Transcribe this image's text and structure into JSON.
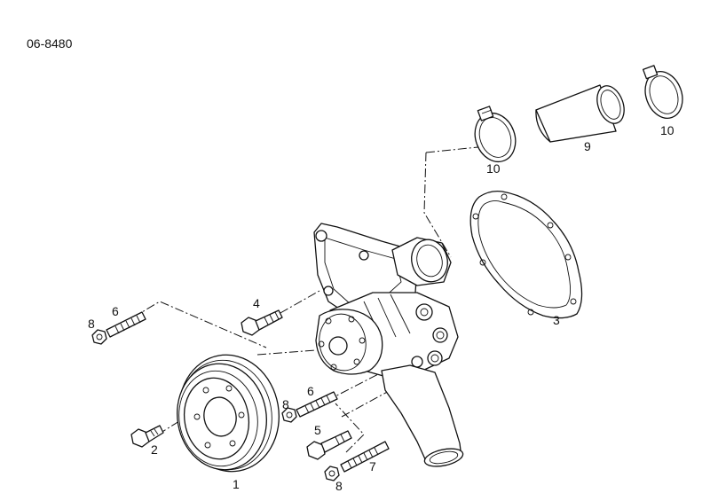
{
  "diagram": {
    "document_number": "06-8480",
    "callouts": {
      "pulley": "1",
      "bolt_pulley": "2",
      "gasket": "3",
      "bolt_short": "4",
      "bolt_mid": "5",
      "stud_upper": "6",
      "stud_lower": "6",
      "bolt_long": "7",
      "nut_upper": "8",
      "nut_lower": "8",
      "hose": "9",
      "clamp_left": "10",
      "clamp_right": "10"
    }
  }
}
